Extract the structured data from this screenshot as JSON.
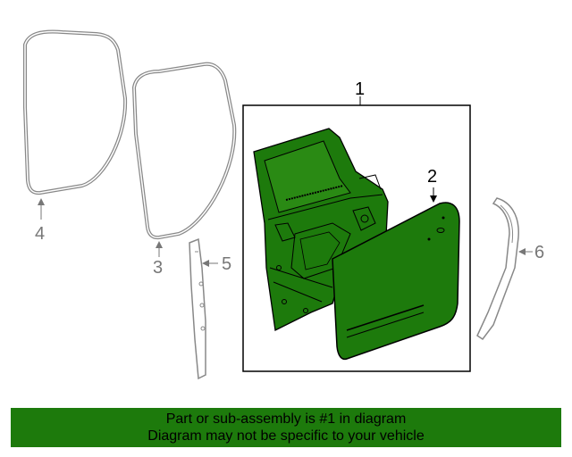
{
  "diagram": {
    "callouts": [
      {
        "id": "1",
        "label": "1"
      },
      {
        "id": "2",
        "label": "2"
      },
      {
        "id": "3",
        "label": "3"
      },
      {
        "id": "4",
        "label": "4"
      },
      {
        "id": "5",
        "label": "5"
      },
      {
        "id": "6",
        "label": "6"
      }
    ],
    "colors": {
      "highlight_fill": "#1d7a0c",
      "part_outline": "#000000",
      "secondary_part_gray": "#888888",
      "callout_primary": "#000000",
      "callout_secondary": "#777777"
    }
  },
  "banner": {
    "line1": "Part or sub-assembly is #1 in diagram",
    "line2": "Diagram may not be specific to your vehicle",
    "background": "#1d7a0c"
  }
}
